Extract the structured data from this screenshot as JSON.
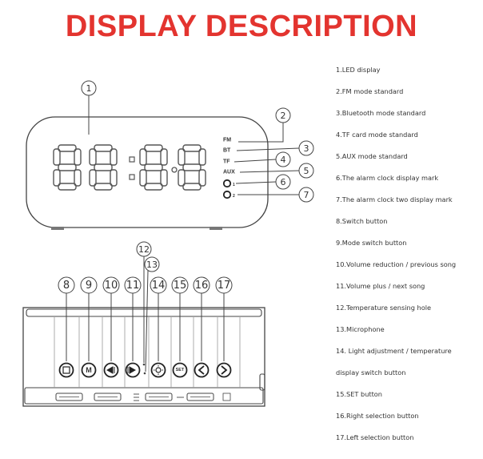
{
  "title": "DISPLAY DESCRIPTION",
  "colors": {
    "title": "#e3342f",
    "line": "#444444",
    "led": "#555555"
  },
  "display": {
    "digits": "88:88",
    "mode_labels": [
      "FM",
      "BT",
      "TF",
      "AUX"
    ],
    "alarm_marks": [
      "1",
      "2"
    ]
  },
  "callout_numbers": [
    "1",
    "2",
    "3",
    "4",
    "5",
    "6",
    "7",
    "8",
    "9",
    "10",
    "11",
    "12",
    "13",
    "14",
    "15",
    "16",
    "17"
  ],
  "buttons": {
    "switch_icon": "power-icon",
    "mode_label": "M",
    "prev_icon": "previous-track-icon",
    "next_icon": "next-track-icon",
    "light_icon": "sun-icon",
    "set_label": "SET",
    "left_icon": "chevron-left-icon",
    "right_icon": "chevron-right-icon"
  },
  "legend": [
    "1.LED display",
    "2.FM mode standard",
    "3.Bluetooth mode standard",
    "4.TF card mode standard",
    "5.AUX mode standard",
    "6.The alarm clock display mark",
    "7.The alarm clock two display mark",
    "8.Switch button",
    "9.Mode switch button",
    "10.Volume reduction / previous song",
    "11.Volume plus / next song",
    "12.Temperature sensing hole",
    "13.Microphone",
    "14. Light adjustment / temperature",
    "display switch button",
    "15.SET button",
    "16.Right selection button",
    "17.Left selection button"
  ]
}
